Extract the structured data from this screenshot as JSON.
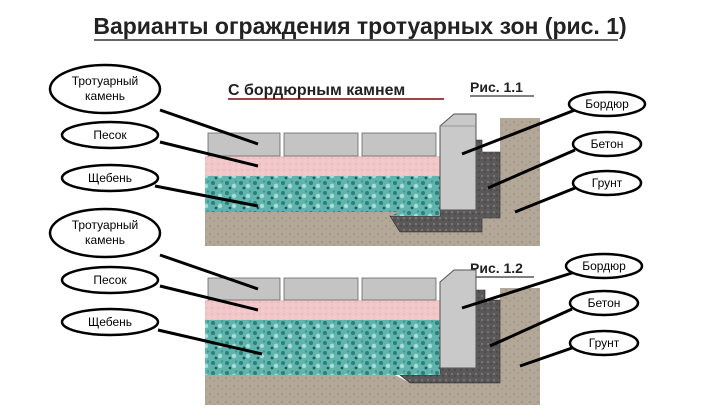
{
  "title": "Варианты ограждения тротуарных зон  (рис. 1)",
  "figure1": {
    "subtitle": "С бордюрным камнем",
    "fig_label": "Рис. 1.1",
    "left_labels": [
      "Тротуарный",
      "камень",
      "Песок",
      "Щебень"
    ],
    "right_labels": [
      "Бордюр",
      "Бетон",
      "Грунт"
    ]
  },
  "figure2": {
    "fig_label": "Рис. 1.2",
    "left_labels": [
      "Тротуарный",
      "камень",
      "Песок",
      "Щебень"
    ],
    "right_labels": [
      "Бордюр",
      "Бетон",
      "Грунт"
    ]
  },
  "colors": {
    "ground": "#b3a898",
    "sand": "#f2c7c9",
    "gravel": "#5fb4ae",
    "concrete": "#5a5858",
    "curb": "#c9c9c9",
    "paver": "#c4c4c4",
    "outline": "#000000",
    "underline": "#7a0a0a"
  }
}
